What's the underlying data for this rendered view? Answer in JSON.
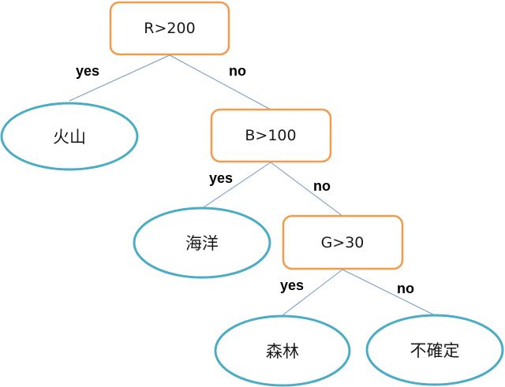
{
  "nodes": {
    "root": {
      "label": "R>200"
    },
    "b_node": {
      "label": "B>100"
    },
    "g_node": {
      "label": "G>30"
    },
    "volcano": {
      "label": "火山"
    },
    "ocean": {
      "label": "海洋"
    },
    "forest": {
      "label": "森林"
    },
    "uncertain": {
      "label": "不確定"
    }
  },
  "edges": {
    "root_yes": "yes",
    "root_no": "no",
    "b_yes": "yes",
    "b_no": "no",
    "g_yes": "yes",
    "g_no": "no"
  },
  "colors": {
    "decision_border": "#f39a4b",
    "leaf_border": "#4bacc6",
    "edge_line": "#6f97c4"
  }
}
